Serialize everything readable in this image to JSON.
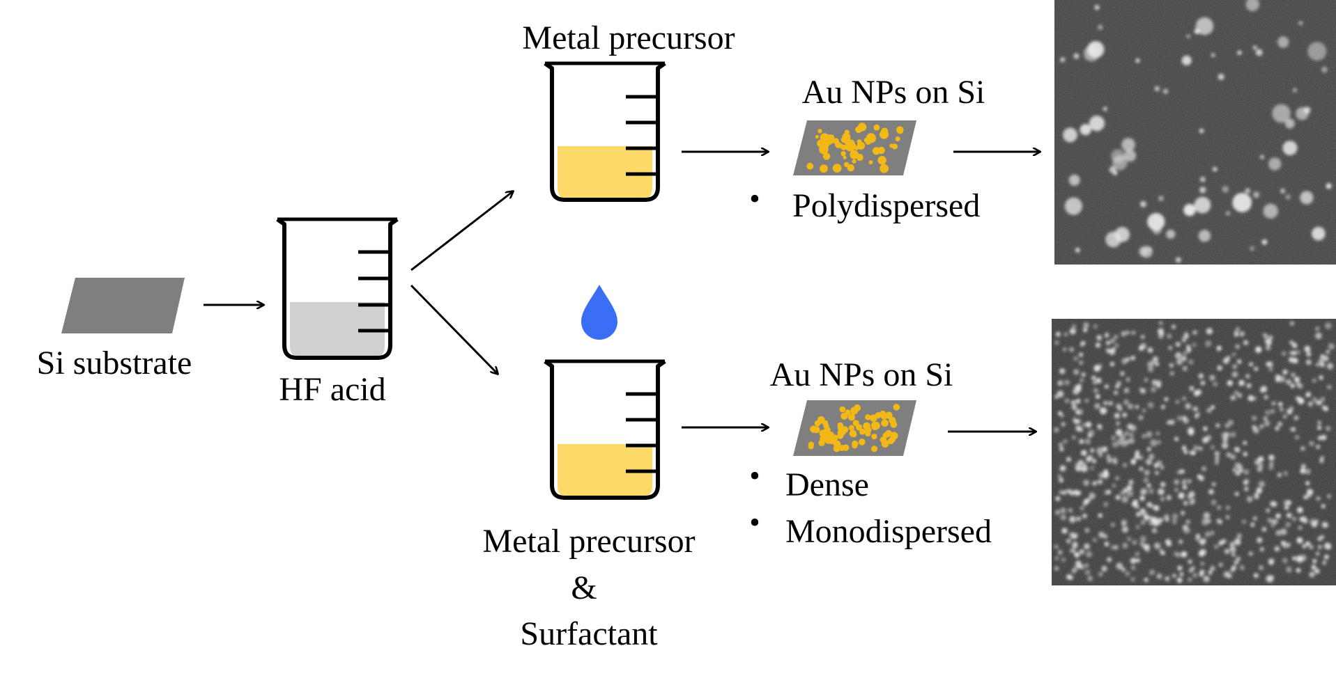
{
  "labels": {
    "si_substrate": "Si substrate",
    "hf_acid": "HF acid",
    "metal_precursor_top": "Metal precursor",
    "metal_precursor_bottom": "Metal precursor",
    "ampersand": "&",
    "surfactant": "Surfactant",
    "au_nps_top": "Au NPs on Si",
    "au_nps_bottom": "Au NPs on Si"
  },
  "bullets": {
    "top": [
      "Polydispersed"
    ],
    "bottom": [
      "Dense",
      "Monodispersed"
    ]
  },
  "bullet_symbol": "•",
  "colors": {
    "substrate": "#7f7f7f",
    "hf_liquid": "#d0cfd1",
    "precursor_liquid": "#fdd96a",
    "nanoparticle": "#f2b816",
    "droplet": "#3a6ef5",
    "micrograph_bg": "#3b3b3b",
    "micrograph_particle": "#e8e8e8",
    "outline": "#000000"
  },
  "icons": [
    "substrate-parallelogram-icon",
    "beaker-icon",
    "droplet-icon",
    "nanoparticle-substrate-icon",
    "arrow-icon"
  ]
}
